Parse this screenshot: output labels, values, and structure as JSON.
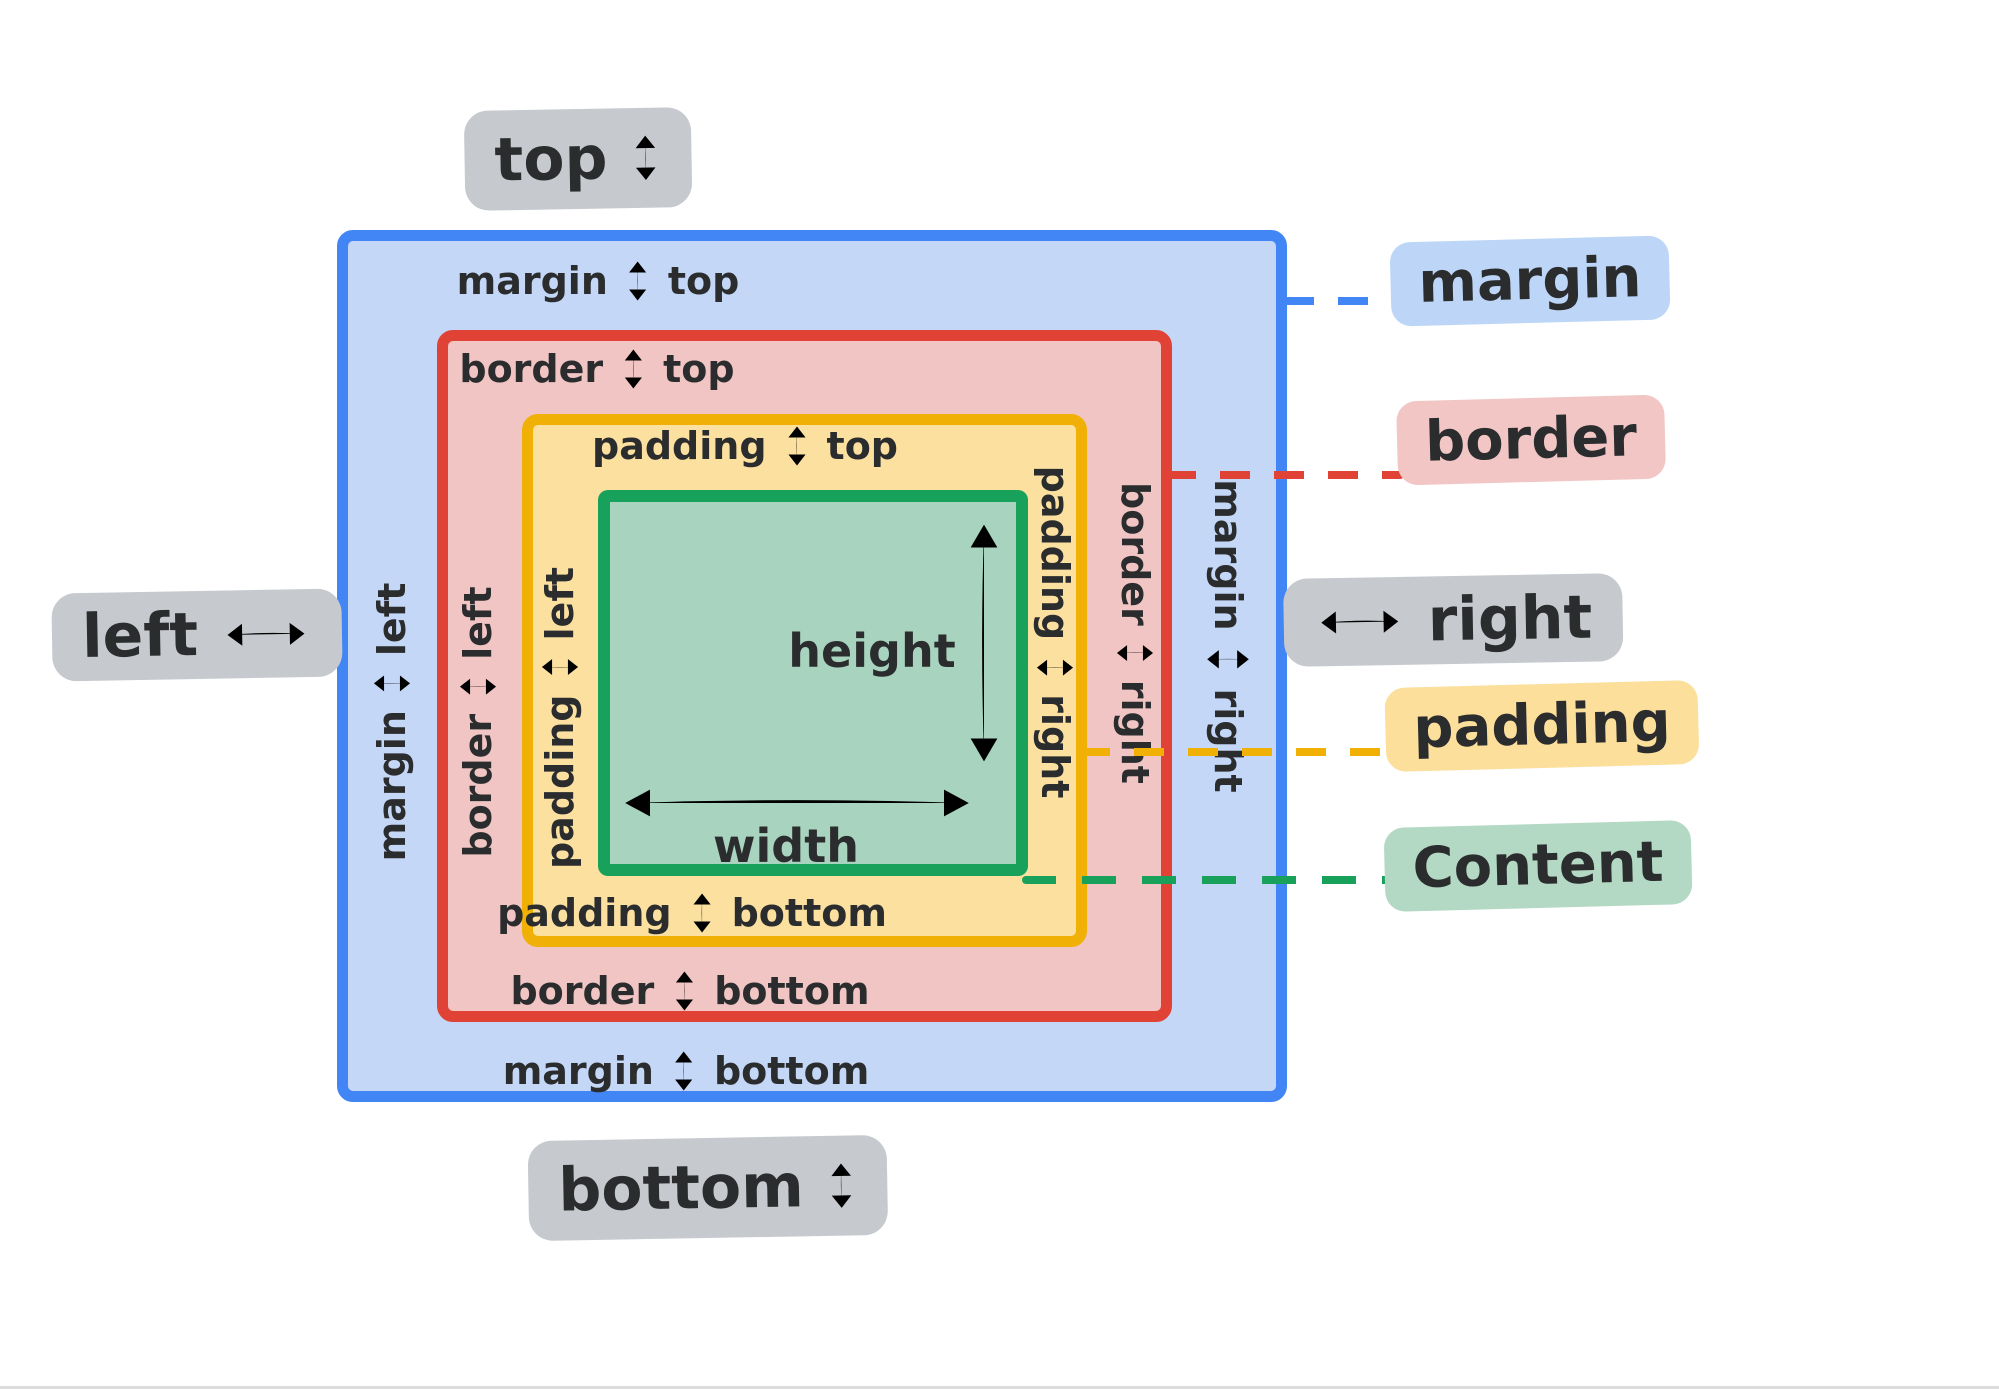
{
  "palette": {
    "ink": "#2b2c2e",
    "margin_stroke": "#4285f4",
    "margin_fill": "#c4d7f7",
    "border_stroke": "#e04236",
    "border_fill": "#f0c5c3",
    "padding_stroke": "#f0b005",
    "padding_fill": "#fbe0a0",
    "content_stroke": "#17a15a",
    "content_fill": "#a8d3bf",
    "badge_gray": "#c6cace",
    "legend_margin_fill": "#bdd6f8",
    "legend_border_fill": "#f1c6c4",
    "legend_padding_fill": "#fbdf9b",
    "legend_content_fill": "#b3d8c3"
  },
  "labels": {
    "margin": "margin",
    "border": "border",
    "padding": "padding",
    "top": "top",
    "bottom": "bottom",
    "left": "left",
    "right": "right",
    "height": "height",
    "width": "width"
  },
  "edge_badges": {
    "top": "top",
    "left": "left",
    "right": "right",
    "bottom": "bottom"
  },
  "legend": {
    "margin": "margin",
    "border": "border",
    "padding": "padding",
    "content": "Content"
  }
}
